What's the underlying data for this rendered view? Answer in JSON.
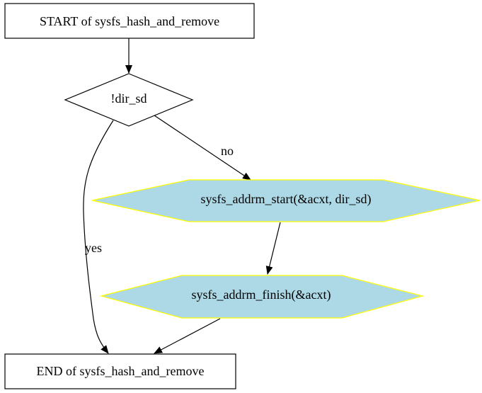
{
  "diagram": {
    "nodes": {
      "start": {
        "label": "START of sysfs_hash_and_remove",
        "shape": "rectangle"
      },
      "cond": {
        "label": "!dir_sd",
        "shape": "diamond"
      },
      "addrm_start": {
        "label": "sysfs_addrm_start(&acxt, dir_sd)",
        "shape": "hexagon",
        "fill": "#add8e6",
        "stroke": "#ffff00"
      },
      "addrm_finish": {
        "label": "sysfs_addrm_finish(&acxt)",
        "shape": "hexagon",
        "fill": "#add8e6",
        "stroke": "#ffff00"
      },
      "end": {
        "label": "END of sysfs_hash_and_remove",
        "shape": "rectangle"
      }
    },
    "edges": {
      "start_to_cond": {
        "from": "start",
        "to": "cond",
        "label": ""
      },
      "cond_no": {
        "from": "cond",
        "to": "addrm_start",
        "label": "no"
      },
      "cond_yes": {
        "from": "cond",
        "to": "end",
        "label": "yes"
      },
      "start_to_finish": {
        "from": "addrm_start",
        "to": "addrm_finish",
        "label": ""
      },
      "finish_to_end": {
        "from": "addrm_finish",
        "to": "end",
        "label": ""
      }
    }
  }
}
